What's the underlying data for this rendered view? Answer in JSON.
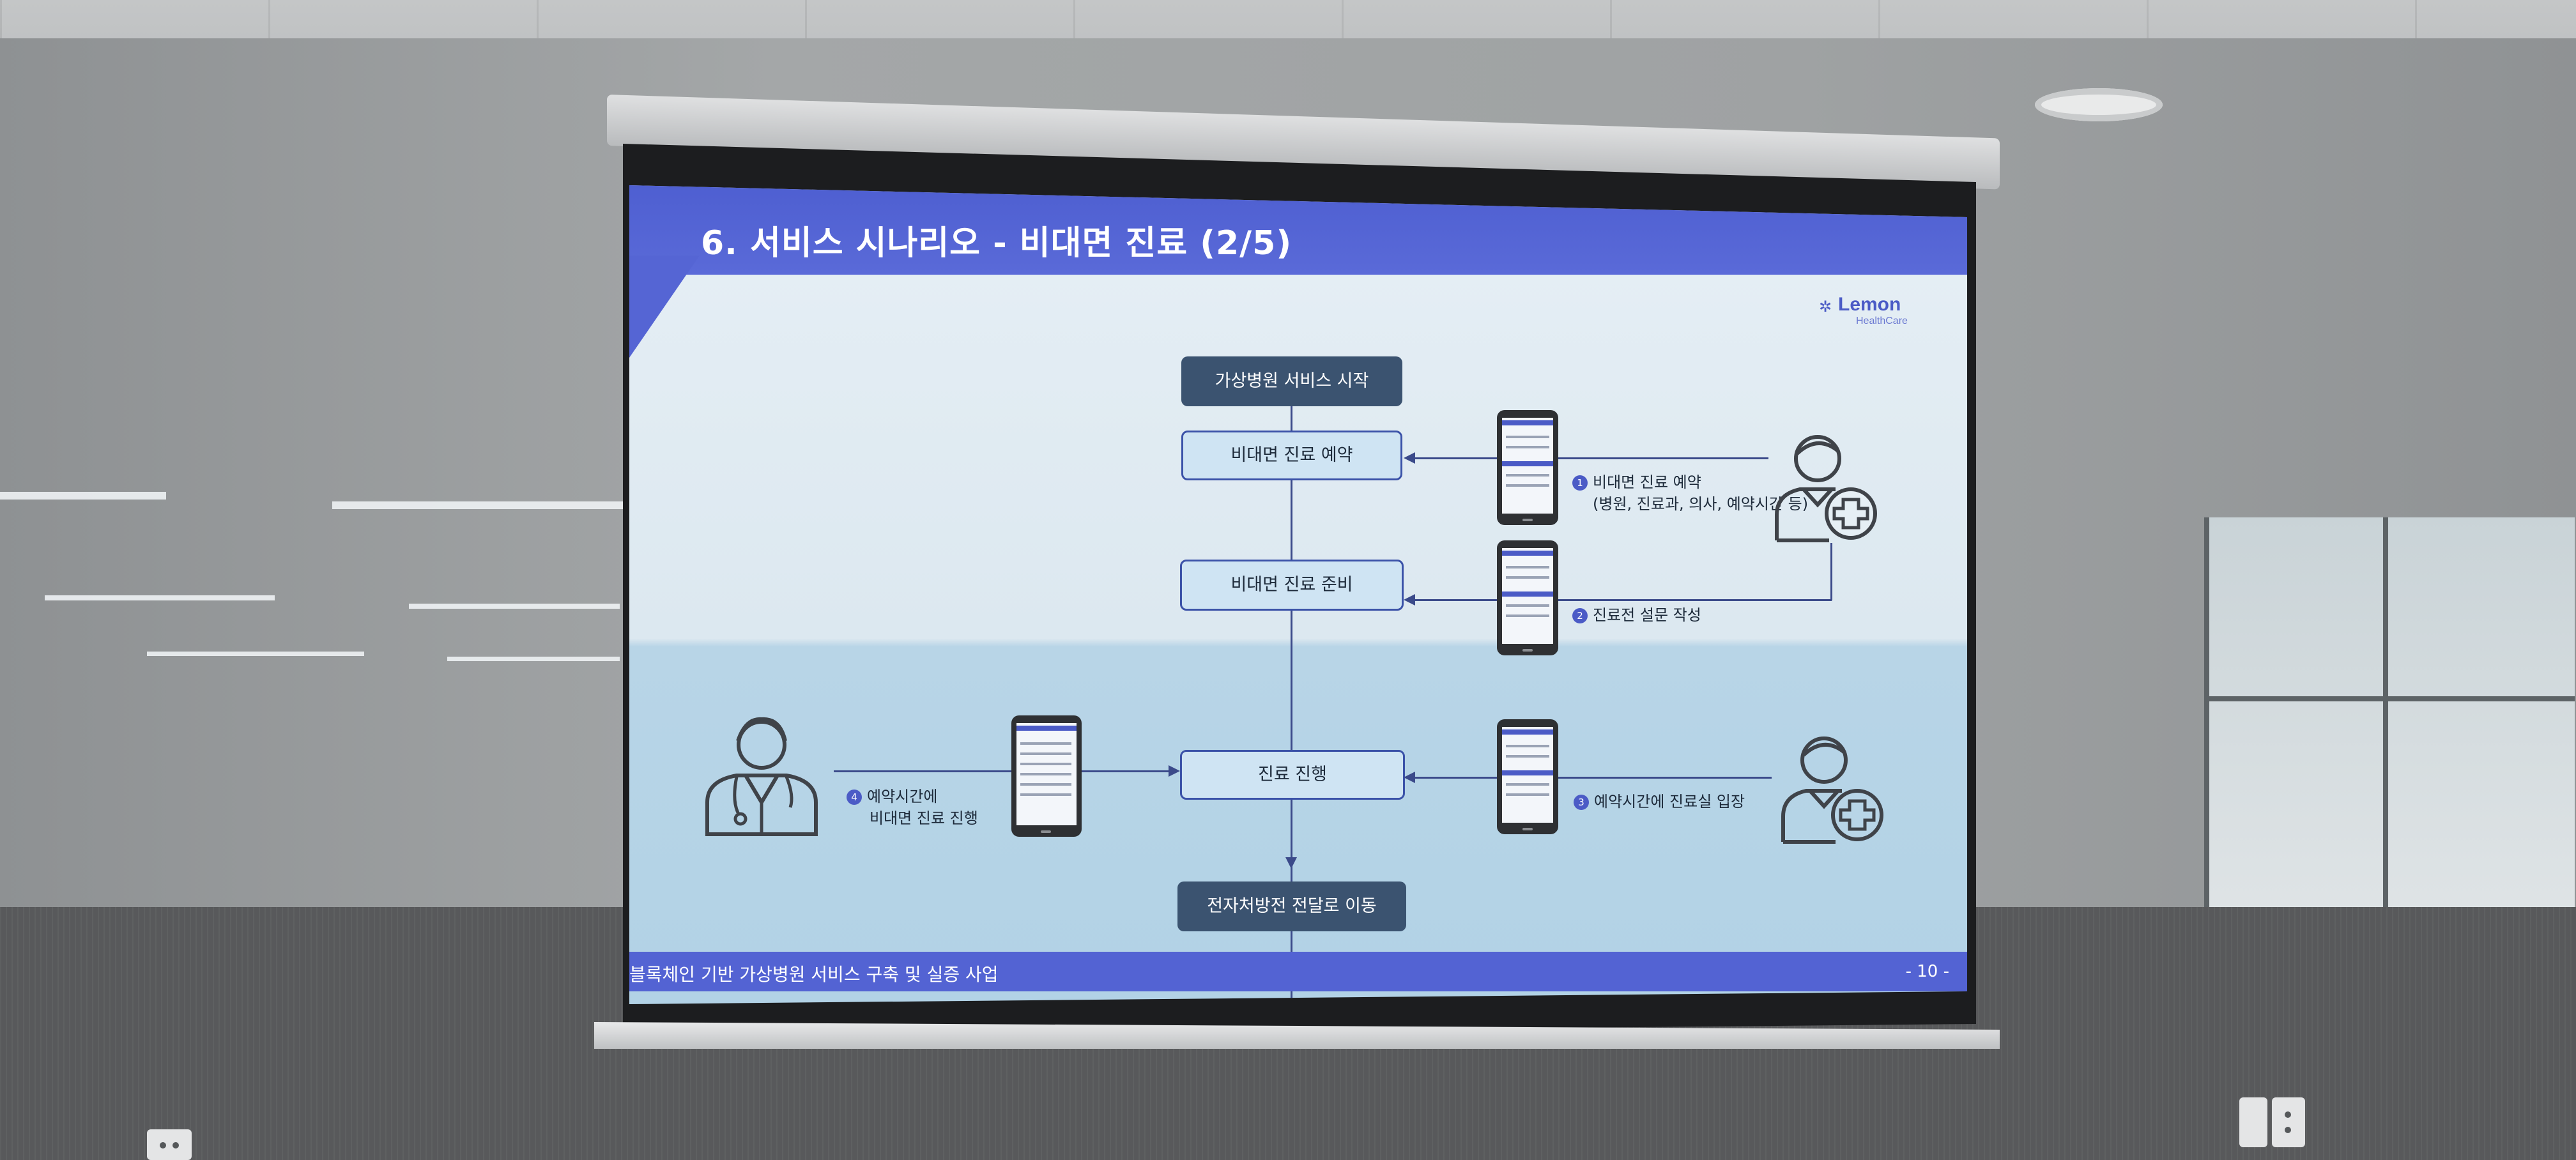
{
  "slide": {
    "title": "6. 서비스 시나리오 - 비대면 진료 (2/5)",
    "logo_name": "Lemon",
    "logo_sub": "HealthCare",
    "footer": "블록체인 기반 가상병원 서비스 구축 및 실증 사업",
    "page_number": "- 10 -"
  },
  "flow": {
    "start": "가상병원 서비스 시작",
    "reserve": "비대면 진료 예약",
    "prepare": "비대면 진료 준비",
    "proceed": "진료 진행",
    "end": "전자처방전 전달로 이동"
  },
  "steps": [
    {
      "num": "1",
      "line1": "비대면 진료 예약",
      "line2": "(병원, 진료과, 의사, 예약시간 등)"
    },
    {
      "num": "2",
      "line1": "진료전 설문 작성"
    },
    {
      "num": "3",
      "line1": "예약시간에 진료실 입장"
    },
    {
      "num": "4",
      "line1": "예약시간에",
      "line2": "비대면 진료 진행"
    }
  ],
  "colors": {
    "header": "#4e5fd1",
    "node_dark": "#3b5370",
    "node_light": "#cfe4f3",
    "accent": "#4b5bc6"
  },
  "icons": [
    "patient-icon",
    "doctor-icon",
    "smartphone-icon",
    "lemon-logo-icon"
  ]
}
